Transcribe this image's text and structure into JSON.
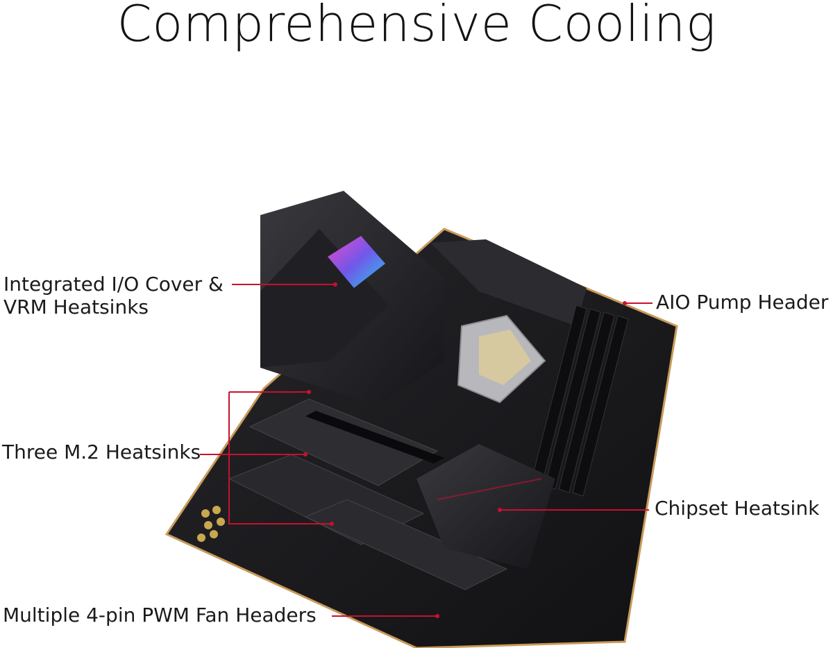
{
  "title": "Comprehensive Cooling",
  "callouts": {
    "io_cover_line1": "Integrated I/O Cover &",
    "io_cover_line2": "VRM Heatsinks",
    "aio_pump": "AIO Pump Header",
    "m2_heatsinks": "Three M.2 Heatsinks",
    "chipset": "Chipset Heatsink",
    "fan_headers": "Multiple 4-pin PWM Fan Headers"
  },
  "colors": {
    "callout_line": "#c8102e",
    "board": "#1b1b1d",
    "heatsink": "#2a2a2d",
    "accent": "#c8102e",
    "background": "#ffffff"
  }
}
